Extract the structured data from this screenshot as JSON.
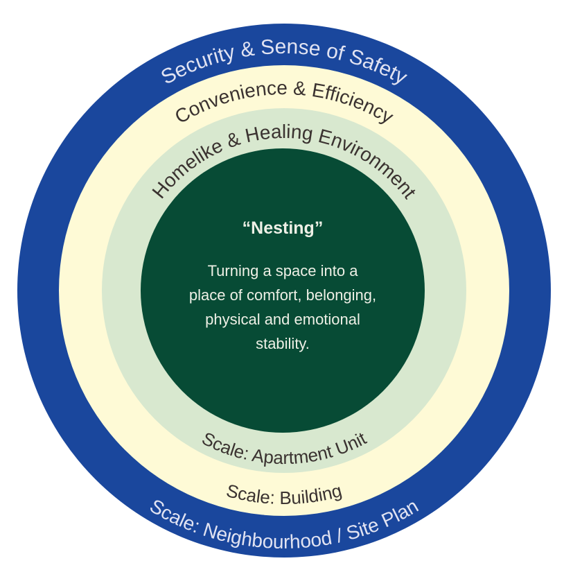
{
  "colors": {
    "outer_ring": "#1a479d",
    "middle_ring": "#fefad6",
    "inner_ring": "#d8e8cf",
    "core": "#074b35",
    "light_text": "#e1e3f2",
    "dark_text": "#3a3230",
    "core_text": "#eef0e6"
  },
  "rings": {
    "outer": {
      "top_label": "Security & Sense of Safety",
      "bottom_label": "Scale: Neighbourhood / Site Plan"
    },
    "middle": {
      "top_label": "Convenience & Efficiency",
      "bottom_label": "Scale: Building"
    },
    "inner": {
      "top_label": "Homelike & Healing Environment",
      "bottom_label": "Scale: Apartment Unit"
    }
  },
  "core": {
    "title": "“Nesting”",
    "description_lines": [
      "Turning a space into a",
      "place of comfort, belonging,",
      "physical and emotional",
      "stability."
    ]
  }
}
